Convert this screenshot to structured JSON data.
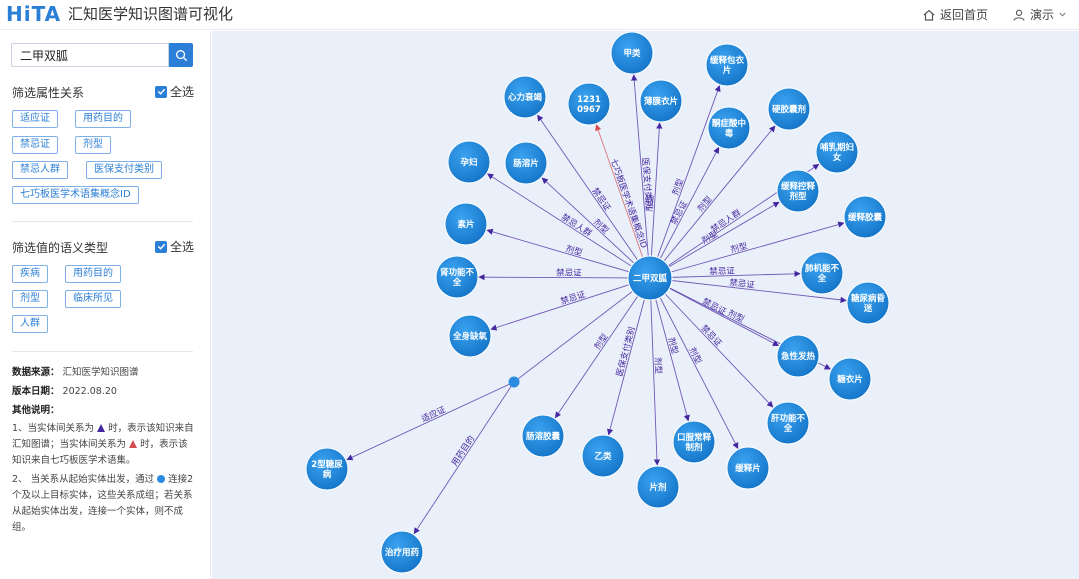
{
  "header": {
    "logo": "HiTA",
    "title": "汇知医学知识图谱可视化",
    "home_label": "返回首页",
    "user_label": "演示"
  },
  "colors": {
    "accent": "#2b7fd6",
    "node": "#1f86d8",
    "edge": "#4527a0",
    "edge_alt": "#d34c4c",
    "canvas": "#eaf0fa"
  },
  "sidebar": {
    "search_value": "二甲双胍",
    "relation_filter": {
      "title": "筛选属性关系",
      "select_all": "全选",
      "tags": [
        "适应证",
        "用药目的",
        "禁忌证",
        "剂型",
        "禁忌人群",
        "医保支付类别",
        "七巧板医学术语集概念ID"
      ]
    },
    "semantic_filter": {
      "title": "筛选值的语义类型",
      "select_all": "全选",
      "tags": [
        "疾病",
        "用药目的",
        "剂型",
        "临床所见",
        "人群"
      ]
    },
    "info": {
      "source_label": "数据来源：",
      "source_value": "汇知医学知识图谱",
      "date_label": "版本日期：",
      "date_value": "2022.08.20",
      "notes_label": "其他说明：",
      "note1_a": "1、当实体间关系为",
      "note1_b": "时，表示该知识来自汇知图谱；当实体间关系为",
      "note1_c": "时，表示该知识来自七巧板医学术语集。",
      "note2_a": "2、 当关系从起始实体出发，通过",
      "note2_b": "连接2个及以上目标实体，这些关系成组；若关系从起始实体出发，连接一个实体，则不成组。"
    }
  },
  "graph": {
    "center": {
      "label": "二甲双胍"
    },
    "nodes": [
      {
        "id": "n1",
        "label": "甲类",
        "edge": "医保支付类别"
      },
      {
        "id": "n2",
        "label": "1231\n0967",
        "edge": "七巧板医学术语集概念ID",
        "alt": true
      },
      {
        "id": "n3",
        "label": "心力衰竭",
        "edge": "禁忌证"
      },
      {
        "id": "n4",
        "label": "薄膜衣片",
        "edge": "剂型"
      },
      {
        "id": "n5",
        "label": "缓释包衣\n片",
        "edge": "剂型"
      },
      {
        "id": "n6",
        "label": "酮症酸中\n毒",
        "edge": "禁忌证"
      },
      {
        "id": "n7",
        "label": "硬胶囊剂",
        "edge": "剂型"
      },
      {
        "id": "n8",
        "label": "哺乳期妇\n女",
        "edge": "禁忌人群"
      },
      {
        "id": "n9",
        "label": "缓释控释\n剂型",
        "edge": "剂型"
      },
      {
        "id": "n10",
        "label": "缓释胶囊",
        "edge": "剂型"
      },
      {
        "id": "n11",
        "label": "肺机能不\n全",
        "edge": "禁忌证"
      },
      {
        "id": "n12",
        "label": "糖尿病昏\n迷",
        "edge": "禁忌证"
      },
      {
        "id": "n13",
        "label": "孕妇",
        "edge": "禁忌人群"
      },
      {
        "id": "n14",
        "label": "肠溶片",
        "edge": "剂型"
      },
      {
        "id": "n15",
        "label": "素片",
        "edge": "剂型"
      },
      {
        "id": "n16",
        "label": "肾功能不\n全",
        "edge": "禁忌证"
      },
      {
        "id": "n17",
        "label": "全身缺氧",
        "edge": "禁忌证"
      },
      {
        "id": "n18",
        "label": "急性发热",
        "edge": "禁忌证"
      },
      {
        "id": "n19",
        "label": "糖衣片",
        "edge": "剂型"
      },
      {
        "id": "n20",
        "label": "肝功能不\n全",
        "edge": "禁忌证"
      },
      {
        "id": "n21",
        "label": "缓释片",
        "edge": "剂型"
      },
      {
        "id": "n22",
        "label": "口服常释\n制剂",
        "edge": "剂型"
      },
      {
        "id": "n23",
        "label": "片剂",
        "edge": "剂型"
      },
      {
        "id": "n24",
        "label": "乙类",
        "edge": "医保支付类别"
      },
      {
        "id": "n25",
        "label": "肠溶胶囊",
        "edge": "剂型"
      },
      {
        "id": "n26",
        "label": "2型糖尿\n病",
        "edge": "适应证",
        "via_group": true
      },
      {
        "id": "n27",
        "label": "治疗用药",
        "edge": "用药目的",
        "via_group": true
      }
    ]
  }
}
